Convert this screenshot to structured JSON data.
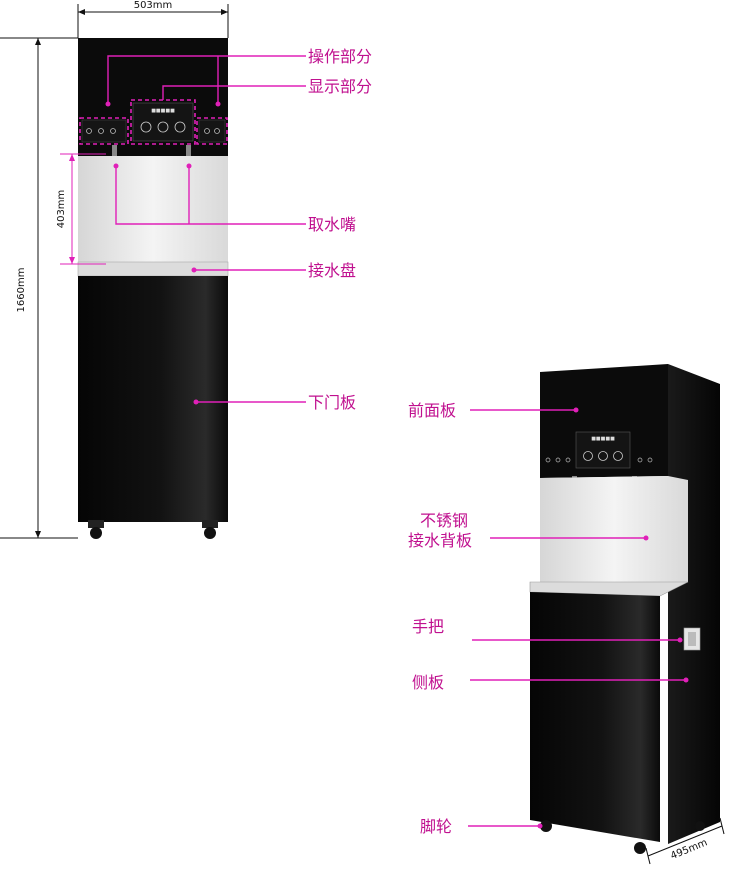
{
  "colors": {
    "accent": "#e020b8",
    "label": "#c0108f",
    "cabinet": "#0b0b0b",
    "steel": "#e6e6e6",
    "dimension": "#111111"
  },
  "dimensions": {
    "width_front": "503mm",
    "height_total": "1660mm",
    "tap_clearance": "403mm",
    "depth": "495mm"
  },
  "front_view": {
    "labels": {
      "operation": "操作部分",
      "display": "显示部分",
      "spout": "取水嘴",
      "drip_tray": "接水盘",
      "lower_door": "下门板"
    }
  },
  "side_view": {
    "labels": {
      "front_panel": "前面板",
      "backplate_line1": "不锈钢",
      "backplate_line2": "接水背板",
      "handle": "手把",
      "side_panel": "侧板",
      "caster": "脚轮"
    }
  }
}
